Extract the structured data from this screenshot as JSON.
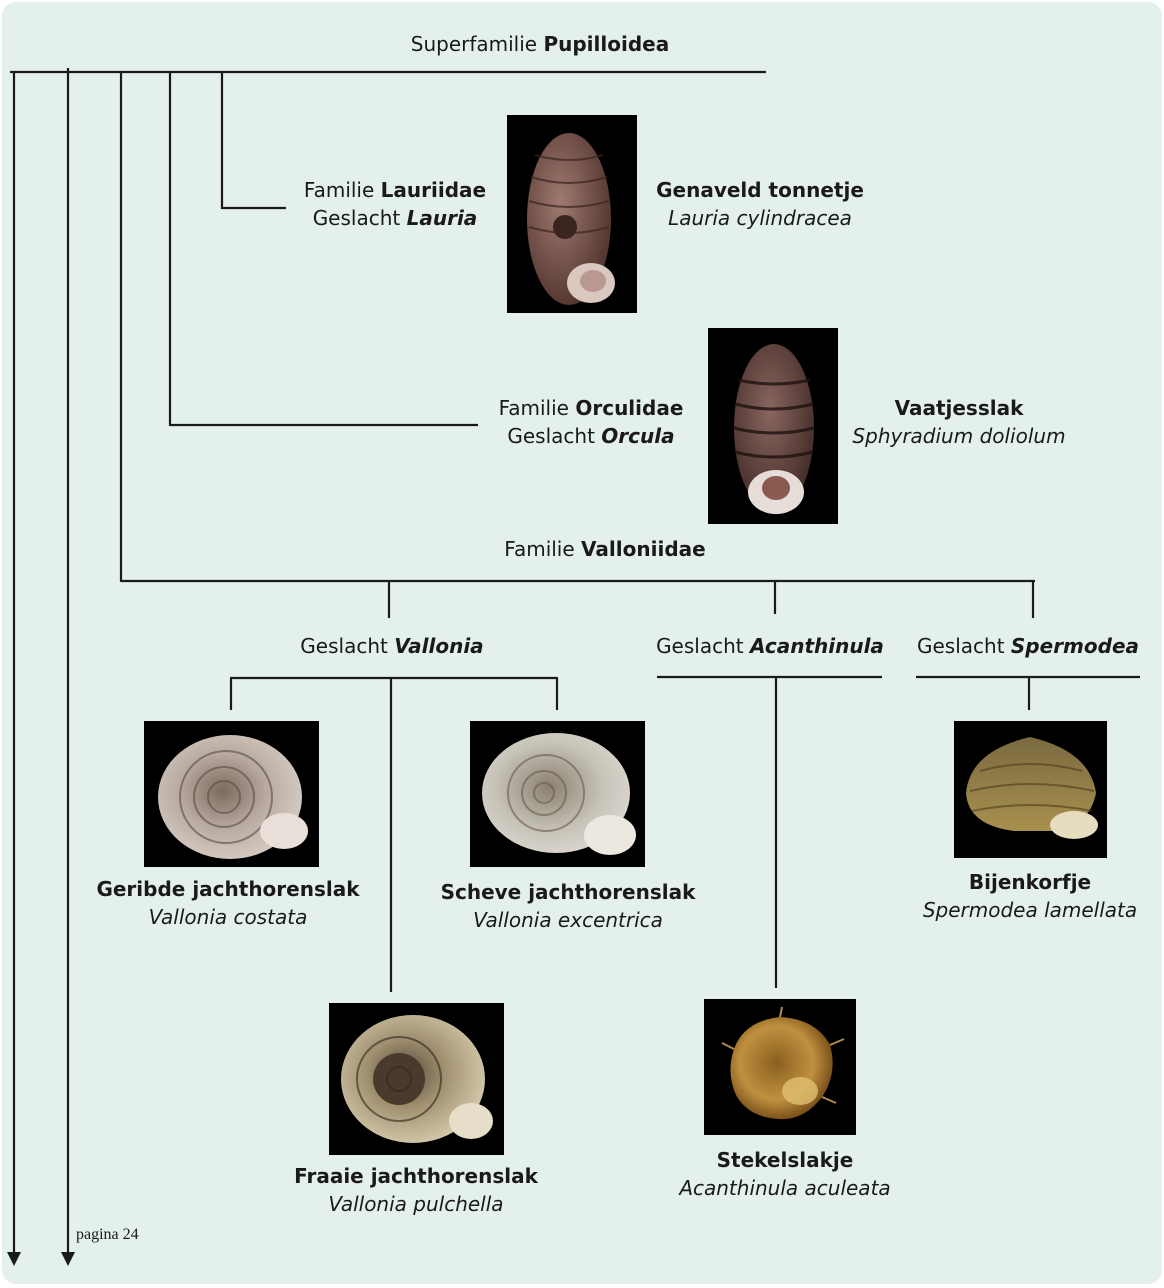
{
  "superfamily": {
    "prefix": "Superfamilie",
    "name": "Pupilloidea"
  },
  "lauriidae": {
    "family_prefix": "Familie",
    "family_name": "Lauriidae",
    "genus_prefix": "Geslacht",
    "genus_name": "Lauria",
    "species": {
      "common": "Genaveld tonnetje",
      "scientific": "Lauria cylindracea"
    }
  },
  "orculidae": {
    "family_prefix": "Familie",
    "family_name": "Orculidae",
    "genus_prefix": "Geslacht",
    "genus_name": "Orcula",
    "species": {
      "common": "Vaatjesslak",
      "scientific": "Sphyradium doliolum"
    }
  },
  "valloniidae": {
    "family_prefix": "Familie",
    "family_name": "Valloniidae",
    "genera": [
      {
        "prefix": "Geslacht",
        "name": "Vallonia",
        "species": [
          {
            "common": "Geribde jachthorenslak",
            "scientific": "Vallonia costata"
          },
          {
            "common": "Scheve jachthorenslak",
            "scientific": "Vallonia excentrica"
          },
          {
            "common": "Fraaie jachthorenslak",
            "scientific": "Vallonia pulchella"
          }
        ]
      },
      {
        "prefix": "Geslacht",
        "name": "Acanthinula",
        "species": [
          {
            "common": "Stekelslakje",
            "scientific": "Acanthinula aculeata"
          }
        ]
      },
      {
        "prefix": "Geslacht",
        "name": "Spermodea",
        "species": [
          {
            "common": "Bijenkorfje",
            "scientific": "Spermodea lamellata"
          }
        ]
      }
    ]
  },
  "page_reference": "pagina 24",
  "colors": {
    "background": "#e4f0ea",
    "lines": "#1a1a1a",
    "photo_bg": "#000000"
  }
}
